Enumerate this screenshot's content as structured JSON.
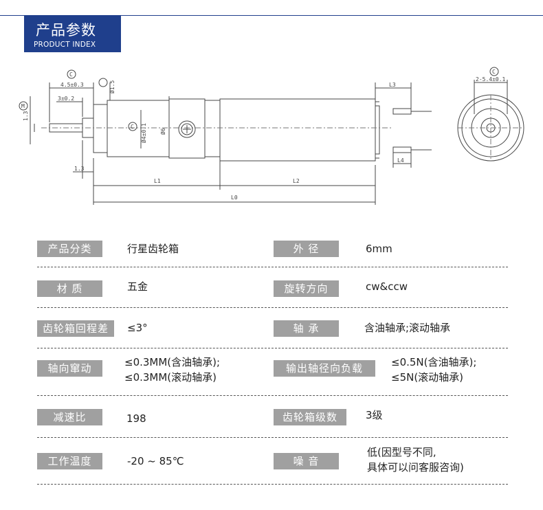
{
  "header": {
    "title_zh": "产品参数",
    "title_en": "PRODUCT INDEX"
  },
  "drawing": {
    "labels": {
      "c1": "C",
      "dim_45": "4.5±0.3",
      "dim_3": "3±0.2",
      "dim_13": "1.3",
      "m_label": "M",
      "dim_1_3": "1.3",
      "dim_15_shaft": "Ø1.5",
      "c_center": "C",
      "dim_d4": "Ø4±0.1",
      "dim_d6": "Ø6",
      "l1": "L1",
      "l2": "L2",
      "l0": "L0",
      "l3": "L3",
      "l4": "L4",
      "c_right": "C",
      "dim_254": "2-5.4±0.1"
    }
  },
  "colors": {
    "brand": "#1f3f8c",
    "label_bg": "#a0a0a0",
    "divider": "#555555"
  },
  "specs": [
    {
      "left_label": "产品分类",
      "left_value": [
        "行星齿轮箱"
      ],
      "right_label": "外  径",
      "right_value": [
        "6mm"
      ]
    },
    {
      "left_label": "材  质",
      "left_value": [
        "五金"
      ],
      "right_label": "旋转方向",
      "right_value": [
        "cw&ccw"
      ]
    },
    {
      "left_label": "齿轮箱回程差",
      "left_value": [
        "≤3°"
      ],
      "right_label": "轴  承",
      "right_value": [
        "含油轴承;滚动轴承"
      ]
    },
    {
      "left_label": "轴向窜动",
      "left_value": [
        "≤0.3MM(含油轴承);",
        "≤0.3MM(滚动轴承)"
      ],
      "right_label": "输出轴径向负载",
      "right_value": [
        "≤0.5N(含油轴承);",
        "≤5N(滚动轴承)"
      ]
    },
    {
      "left_label": "减速比",
      "left_value": [
        "198"
      ],
      "right_label": "齿轮箱级数",
      "right_value": [
        "3级"
      ]
    },
    {
      "left_label": "工作温度",
      "left_value": [
        "-20 ~ 85℃"
      ],
      "right_label": "噪  音",
      "right_value": [
        "低(因型号不同,",
        "具体可以问客服咨询)"
      ]
    }
  ]
}
